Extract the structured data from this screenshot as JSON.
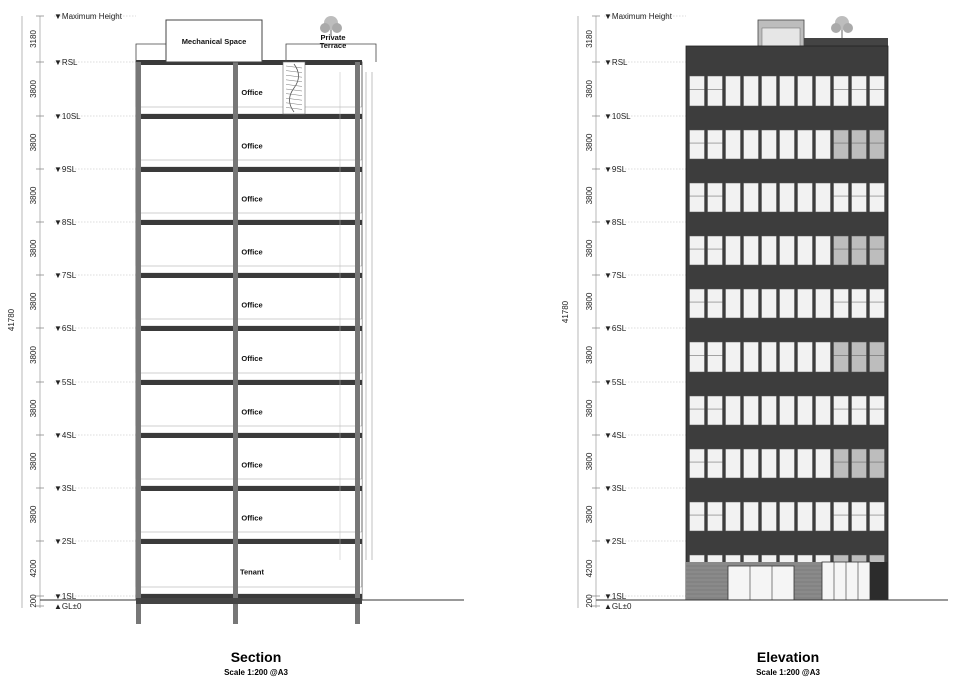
{
  "levels": [
    {
      "label": "▼Maximum Height"
    },
    {
      "label": "▼RSL"
    },
    {
      "label": "▼10SL"
    },
    {
      "label": "▼9SL"
    },
    {
      "label": "▼8SL"
    },
    {
      "label": "▼7SL"
    },
    {
      "label": "▼6SL"
    },
    {
      "label": "▼5SL"
    },
    {
      "label": "▼4SL"
    },
    {
      "label": "▼3SL"
    },
    {
      "label": "▼2SL"
    },
    {
      "label": "▼1SL"
    },
    {
      "label": "▲GL±0"
    }
  ],
  "dims": [
    "3180",
    "3800",
    "3800",
    "3800",
    "3800",
    "3800",
    "3800",
    "3800",
    "3800",
    "3800",
    "4200",
    "200"
  ],
  "total_height": "41780",
  "rooms": {
    "mechanical": "Mechanical Space",
    "terrace_1": "Private",
    "terrace_2": "Terrace",
    "office": "Office",
    "tenant": "Tenant"
  },
  "section": {
    "title": "Section",
    "scale": "Scale 1:200 @A3"
  },
  "elevation": {
    "title": "Elevation",
    "scale": "Scale 1:200 @A3"
  },
  "colors": {
    "facade": "#3d3d3d",
    "glass": "#f2f2f2",
    "slab": "#3a3a3a",
    "column": "#777777"
  }
}
